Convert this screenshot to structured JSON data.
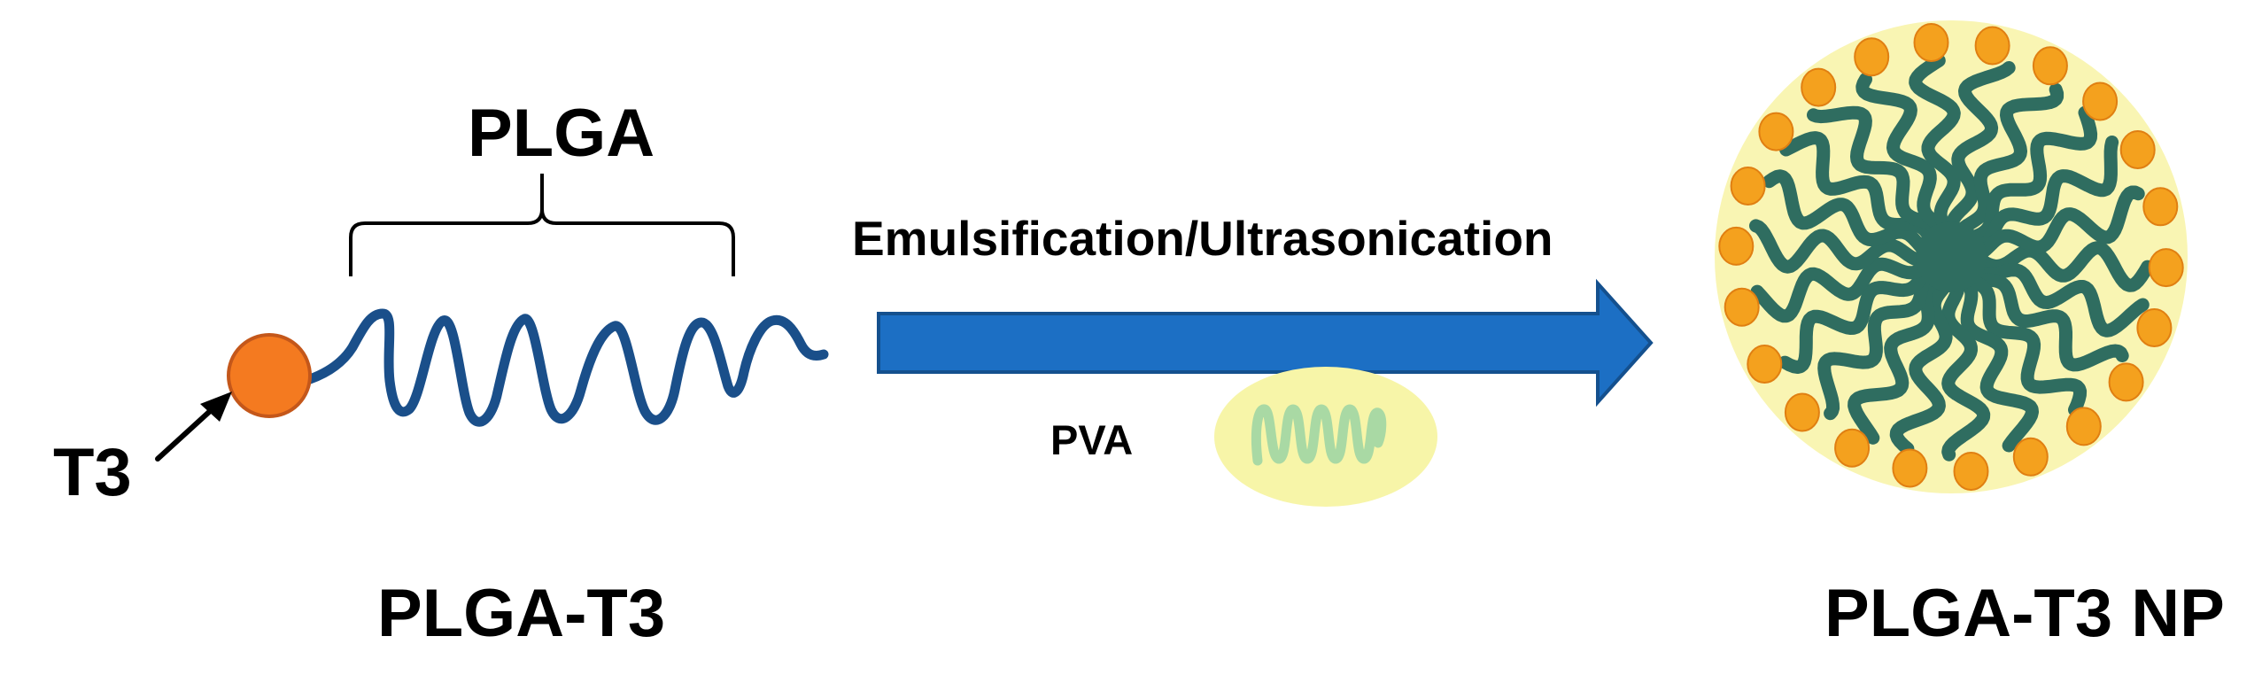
{
  "labels": {
    "polymer": "PLGA",
    "drug": "T3",
    "conjugate": "PLGA-T3",
    "process": "Emulsification/Ultrasonication",
    "surfactant": "PVA",
    "nanoparticle": "PLGA-T3 NP"
  },
  "colors": {
    "polymer_chain": "#1a4f8a",
    "drug_sphere": "#f47a20",
    "drug_sphere_edge": "#c4571a",
    "process_arrow": "#1c6fc4",
    "process_arrow_edge": "#14508e",
    "pva_halo": "#f7f5a8",
    "pva_chain": "#a9d9a4",
    "np_core_chain": "#2f6d60",
    "np_halo": "#f9f5b3",
    "np_surface_sphere": "#f4a11e"
  }
}
